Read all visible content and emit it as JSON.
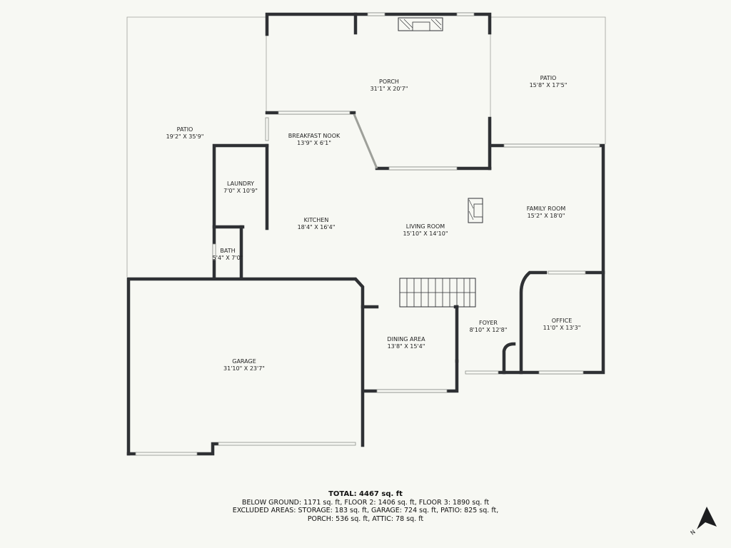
{
  "rooms": {
    "patio_left": {
      "label": "PATIO",
      "dims": "19'2\" X 35'9\""
    },
    "porch": {
      "label": "PORCH",
      "dims": "31'1\" X 20'7\""
    },
    "patio_right": {
      "label": "PATIO",
      "dims": "15'8\" X 17'5\""
    },
    "breakfast_nook": {
      "label": "BREAKFAST NOOK",
      "dims": "13'9\" X 6'1\""
    },
    "laundry": {
      "label": "LAUNDRY",
      "dims": "7'0\" X 10'9\""
    },
    "family_room": {
      "label": "FAMILY ROOM",
      "dims": "15'2\" X 18'0\""
    },
    "kitchen": {
      "label": "KITCHEN",
      "dims": "18'4\" X 16'4\""
    },
    "living_room": {
      "label": "LIVING ROOM",
      "dims": "15'10\" X 14'10\""
    },
    "bath": {
      "label": "BATH",
      "dims": "5'4\" X 7'0\""
    },
    "foyer": {
      "label": "FOYER",
      "dims": "8'10\" X 12'8\""
    },
    "office": {
      "label": "OFFICE",
      "dims": "11'0\" X 13'3\""
    },
    "dining_area": {
      "label": "DINING AREA",
      "dims": "13'8\" X 15'4\""
    },
    "garage": {
      "label": "GARAGE",
      "dims": "31'10\" X 23'7\""
    }
  },
  "summary": {
    "total": "TOTAL: 4467 sq. ft",
    "line1": "BELOW GROUND: 1171 sq. ft, FLOOR 2: 1406 sq. ft, FLOOR 3: 1890 sq. ft",
    "line2": "EXCLUDED AREAS: STORAGE: 183 sq. ft, GARAGE: 724 sq. ft, PATIO: 825 sq. ft,",
    "line3": "PORCH: 536 sq. ft, ATTIC: 78 sq. ft"
  },
  "compass": {
    "label": "N"
  },
  "colors": {
    "wall": "#2f3134",
    "background": "#f7f8f3"
  }
}
